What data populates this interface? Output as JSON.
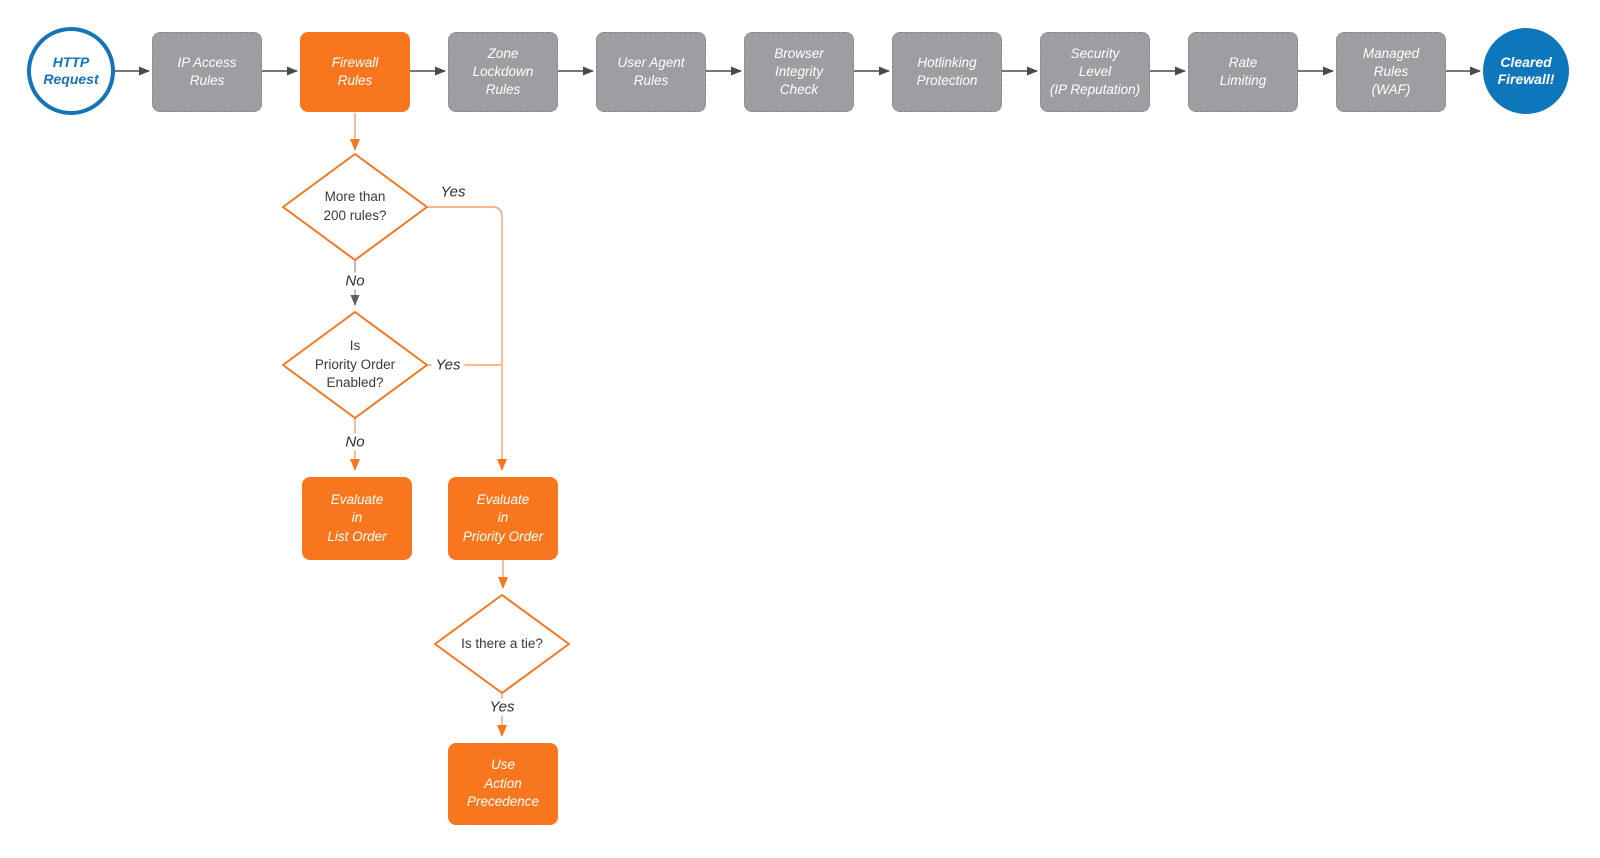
{
  "title": "Firewall request evaluation flowchart",
  "colors": {
    "orange": "#F8771E",
    "orange_line": "#F9A06C",
    "gray_fill": "#9C9EA1",
    "blue": "#1474B8",
    "arrow_dark": "#4A4A4A",
    "gray_line": "#9E9E9E"
  },
  "pipeline": {
    "start": {
      "label": "HTTP\nRequest"
    },
    "steps": [
      {
        "label": "IP Access\nRules",
        "highlighted": false
      },
      {
        "label": "Firewall\nRules",
        "highlighted": true
      },
      {
        "label": "Zone\nLockdown\nRules",
        "highlighted": false
      },
      {
        "label": "User Agent\nRules",
        "highlighted": false
      },
      {
        "label": "Browser\nIntegrity\nCheck",
        "highlighted": false
      },
      {
        "label": "Hotlinking\nProtection",
        "highlighted": false
      },
      {
        "label": "Security\nLevel\n(IP Reputation)",
        "highlighted": false
      },
      {
        "label": "Rate\nLimiting",
        "highlighted": false
      },
      {
        "label": "Managed\nRules\n(WAF)",
        "highlighted": false
      }
    ],
    "end": {
      "label": "Cleared\nFirewall!"
    }
  },
  "decision_flow": {
    "decisions": [
      {
        "question": "More than\n200 rules?",
        "yes_label": "Yes",
        "no_label": "No"
      },
      {
        "question": "Is\nPriority Order\nEnabled?",
        "yes_label": "Yes",
        "no_label": "No"
      },
      {
        "question": "Is there a tie?",
        "yes_label": "Yes"
      }
    ],
    "actions": [
      {
        "label": "Evaluate\nin\nList Order"
      },
      {
        "label": "Evaluate\nin\nPriority Order"
      },
      {
        "label": "Use\nAction\nPrecedence"
      }
    ]
  }
}
